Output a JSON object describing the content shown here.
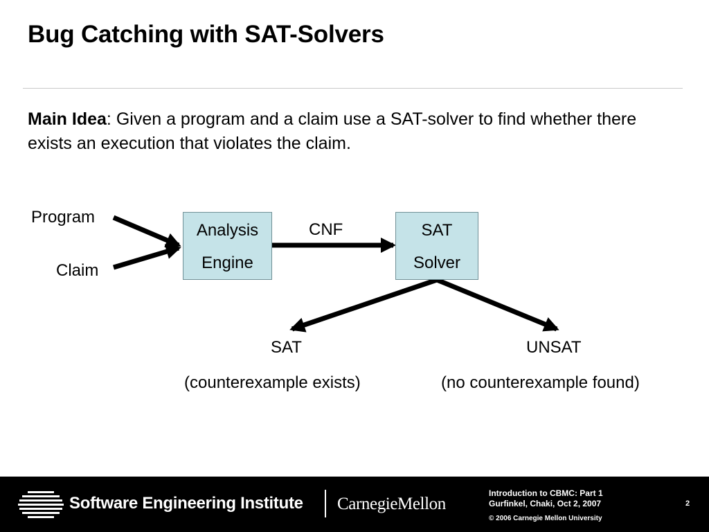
{
  "slide": {
    "title": "Bug Catching with SAT-Solvers",
    "main_idea_label": "Main Idea",
    "main_idea_text": ": Given a program and a claim use a SAT-solver to find whether there exists an execution that violates the claim."
  },
  "diagram": {
    "inputs": {
      "program": "Program",
      "claim": "Claim"
    },
    "analysis_engine": {
      "line1": "Analysis",
      "line2": "Engine"
    },
    "edge_label": "CNF",
    "sat_solver": {
      "line1": "SAT",
      "line2": "Solver"
    },
    "outcomes": {
      "sat": {
        "label": "SAT",
        "detail": "(counterexample exists)"
      },
      "unsat": {
        "label": "UNSAT",
        "detail": "(no counterexample found)"
      }
    },
    "colors": {
      "box_fill": "#c5e3e8",
      "arrow": "#000000"
    }
  },
  "footer": {
    "org": "Software Engineering Institute",
    "university": "CarnegieMellon",
    "course": "Introduction to CBMC: Part 1",
    "authors": "Gurfinkel, Chaki, Oct 2, 2007",
    "copyright": "© 2006 Carnegie Mellon University",
    "page_number": "2"
  }
}
